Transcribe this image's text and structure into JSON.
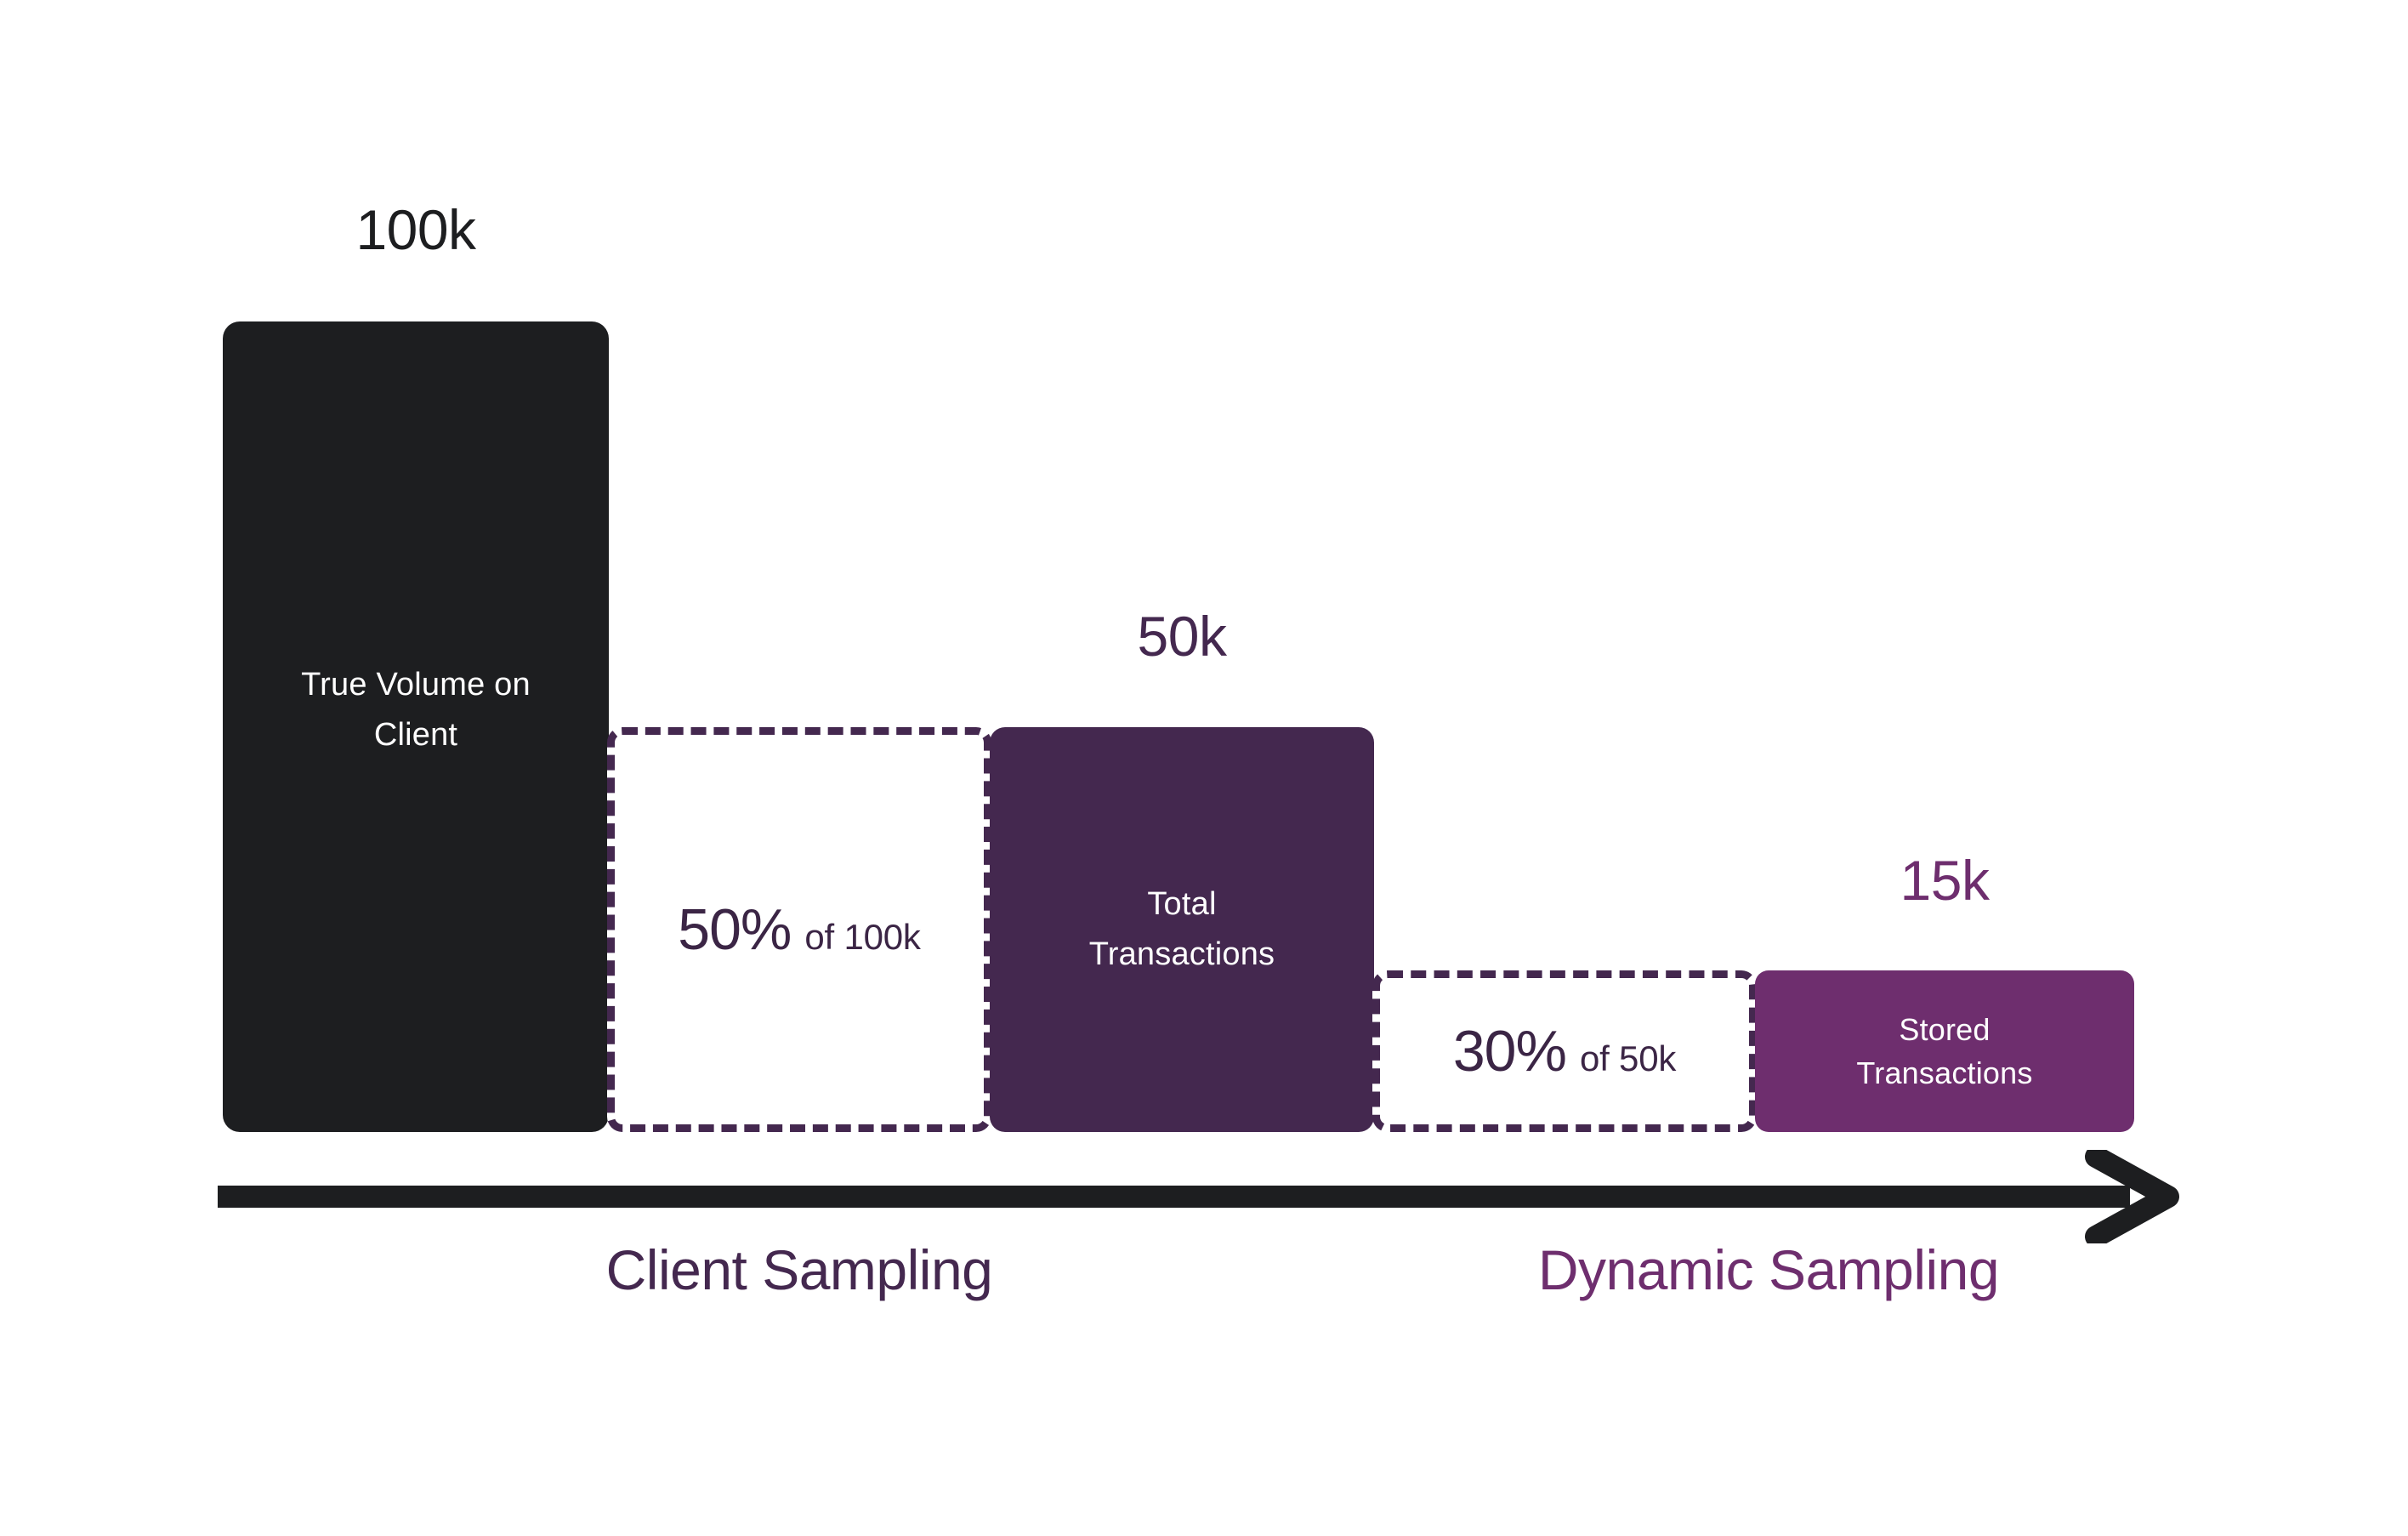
{
  "chart_data": {
    "type": "bar",
    "title": "",
    "xlabel": "",
    "ylabel": "",
    "categories": [
      "True Volume on Client",
      "Total Transactions",
      "Stored Transactions"
    ],
    "values": [
      100000,
      50000,
      15000
    ],
    "value_labels": [
      "100k",
      "50k",
      "15k"
    ],
    "stages": [
      {
        "name": "Client Sampling",
        "rate_percent": "50%",
        "rate_of": "of 100k",
        "input_label": "100k",
        "output_label": "50k"
      },
      {
        "name": "Dynamic Sampling",
        "rate_percent": "30%",
        "rate_of": "of 50k",
        "input_label": "50k",
        "output_label": "15k"
      }
    ],
    "colors": {
      "true_volume_bar": "#1d1e20",
      "total_transactions_bar": "#44284f",
      "stored_transactions_bar": "#6e2e6e",
      "dashed_border": "#44284f",
      "axis_arrow": "#1d1e20",
      "background": "#ffffff"
    },
    "grid": false,
    "legend": "none"
  },
  "bars": {
    "true_volume": {
      "value_label": "100k",
      "caption_line1": "True Volume on",
      "caption_line2": "Client"
    },
    "total_transactions": {
      "value_label": "50k",
      "caption_line1": "Total",
      "caption_line2": "Transactions"
    },
    "stored_transactions": {
      "value_label": "15k",
      "caption_line1": "Stored",
      "caption_line2": "Transactions"
    }
  },
  "dashed_boxes": {
    "client": {
      "percent": "50%",
      "of_text": "of 100k"
    },
    "dynamic": {
      "percent": "30%",
      "of_text": "of 50k"
    }
  },
  "phases": {
    "client": "Client Sampling",
    "dynamic": "Dynamic Sampling"
  },
  "icons": {
    "axis_arrow": "arrow-right-icon"
  }
}
